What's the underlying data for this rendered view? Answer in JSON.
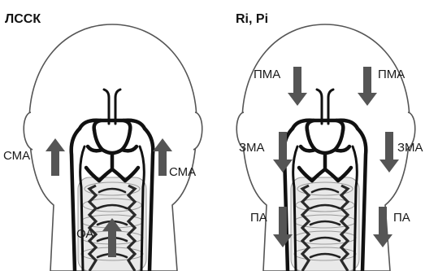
{
  "panels": [
    {
      "title": "ЛССК",
      "labels": {
        "cma_left": "СМА",
        "cma_right": "СМА",
        "oa": "ОА"
      },
      "arrow_direction": "up"
    },
    {
      "title": "Ri, Pi",
      "labels": {
        "pma_left": "ПМА",
        "pma_right": "ПМА",
        "zma_left": "ЗМА",
        "zma_right": "ЗМА",
        "pa_left": "ПА",
        "pa_right": "ПА"
      },
      "arrow_direction": "down"
    }
  ],
  "colors": {
    "arrow": "#555555",
    "vessel": "#111111",
    "outline": "#555555"
  }
}
